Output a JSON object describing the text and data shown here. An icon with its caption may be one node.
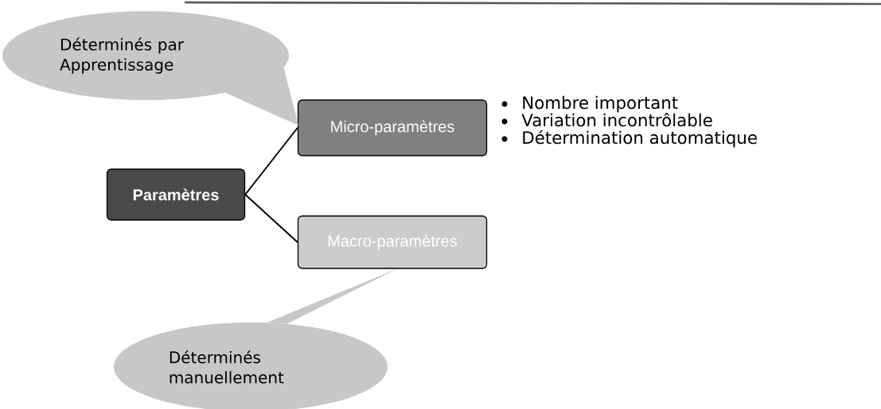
{
  "diagram": {
    "nodes": [
      {
        "text": [
          "Paramètres"
        ]
      },
      {
        "text": [
          "Micro-paramètres"
        ]
      },
      {
        "text": [
          "Macro-paramètres"
        ]
      },
      {
        "text": [
          "Déterminés par Apprentissage"
        ]
      },
      {
        "text": [
          "Déterminés manuellement"
        ]
      }
    ],
    "edges": [
      {
        "from": 0,
        "to": 1,
        "arrow": "none"
      },
      {
        "from": 0,
        "to": 2,
        "arrow": "none"
      }
    ],
    "labels": [
      "Nombre important",
      "Variation incontrôlable",
      "Détermination automatique"
    ]
  }
}
